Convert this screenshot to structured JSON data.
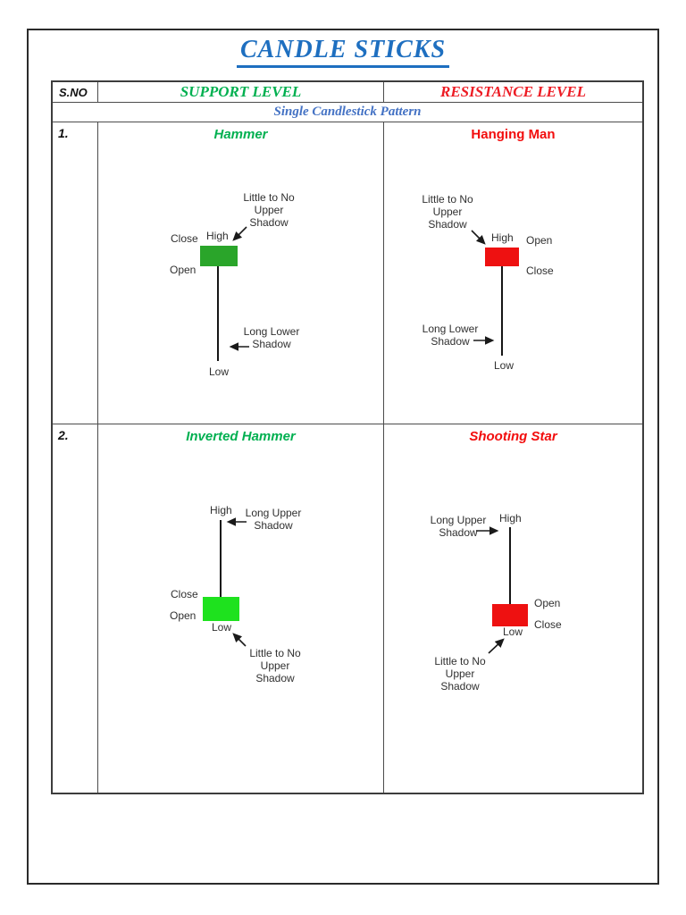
{
  "page": {
    "title": "CANDLE STICKS"
  },
  "table": {
    "headers": {
      "sno": "S.NO",
      "support": "SUPPORT LEVEL",
      "resistance": "RESISTANCE LEVEL"
    },
    "section_title": "Single Candlestick Pattern",
    "rows": [
      {
        "number": "1.",
        "support_pattern": "Hammer",
        "resistance_pattern": "Hanging Man"
      },
      {
        "number": "2.",
        "support_pattern": "Inverted Hammer",
        "resistance_pattern": "Shooting Star"
      }
    ]
  },
  "diagrams": {
    "hammer": {
      "name": "Hammer",
      "high": "High",
      "low": "Low",
      "open": "Open",
      "close": "Close",
      "upper_note": [
        "Little to No",
        "Upper",
        "Shadow"
      ],
      "lower_note": [
        "Long Lower",
        "Shadow"
      ]
    },
    "hanging_man": {
      "name": "Hanging Man",
      "high": "High",
      "low": "Low",
      "open": "Open",
      "close": "Close",
      "upper_note": [
        "Little to No",
        "Upper",
        "Shadow"
      ],
      "lower_note": [
        "Long Lower",
        "Shadow"
      ]
    },
    "inverted_hammer": {
      "name": "Inverted Hammer",
      "high": "High",
      "low": "Low",
      "open": "Open",
      "close": "Close",
      "upper_note": [
        "Long Upper",
        "Shadow"
      ],
      "lower_note": [
        "Little to No",
        "Upper",
        "Shadow"
      ]
    },
    "shooting_star": {
      "name": "Shooting Star",
      "high": "High",
      "low": "Low",
      "open": "Open",
      "close": "Close",
      "upper_note": [
        "Long Upper",
        "Shadow"
      ],
      "lower_note": [
        "Little to No",
        "Upper",
        "Shadow"
      ]
    }
  },
  "colors": {
    "title_blue": "#1e6fc0",
    "section_blue": "#4472c4",
    "support_green": "#00b050",
    "resistance_red": "#ed1c24",
    "pattern_name_red": "#f20d0d",
    "hammer_body_green": "#2aa52a",
    "inverted_hammer_body_green": "#1ee21e",
    "bearish_body_red": "#ee1111"
  }
}
